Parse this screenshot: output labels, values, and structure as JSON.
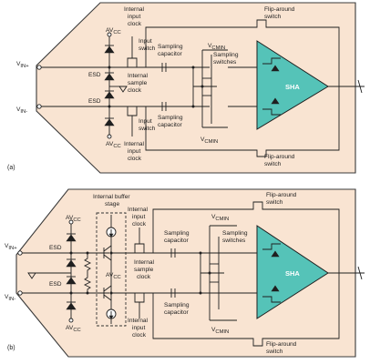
{
  "panel_a": {
    "id": "(a)",
    "inputs": {
      "in_plus": "V",
      "in_plus_sub": "IN+",
      "in_minus": "V",
      "in_minus_sub": "IN-"
    },
    "labels": {
      "clock_top": [
        "Internal",
        "input",
        "clock"
      ],
      "flip_top": [
        "Flip-around",
        "switch"
      ],
      "input_switch_top": [
        "Input",
        "switch"
      ],
      "avcc": "AV",
      "avcc_sub": "CC",
      "esd_top": "ESD",
      "esd_bottom": "ESD",
      "sample_clock": [
        "Internal",
        "sample",
        "clock"
      ],
      "samp_cap_top": [
        "Sampling",
        "capacitor"
      ],
      "vcmin_top": "V",
      "vcmin_sub": "CMIN",
      "samp_switches": [
        "Sampling",
        "switches"
      ],
      "sha": "SHA",
      "samp_cap_bottom": [
        "Sampling",
        "capacitor"
      ],
      "input_switch_bottom": [
        "Input",
        "switch"
      ],
      "clock_bottom": [
        "Internal",
        "input",
        "clock"
      ],
      "flip_bottom": [
        "Flip-around",
        "switch"
      ]
    }
  },
  "panel_b": {
    "id": "(b)",
    "inputs": {
      "in_plus": "V",
      "in_plus_sub": "IN+",
      "in_minus": "V",
      "in_minus_sub": "IN-"
    },
    "labels": {
      "buffer_stage": [
        "Internal buffer",
        "stage"
      ],
      "clock_top": [
        "Internal",
        "input",
        "clock"
      ],
      "flip_top": [
        "Flip-around",
        "switch"
      ],
      "avcc": "AV",
      "avcc_sub": "CC",
      "esd_top": "ESD",
      "esd_bottom": "ESD",
      "sample_clock": [
        "Internal",
        "sample",
        "clock"
      ],
      "samp_cap_top": [
        "Sampling",
        "capacitor"
      ],
      "vcmin_top": "V",
      "vcmin_sub": "CMIN",
      "samp_switches": [
        "Sampling",
        "switches"
      ],
      "sha": "SHA",
      "samp_cap_bottom": [
        "Sampling",
        "capacitor"
      ],
      "clock_bottom": [
        "Internal",
        "input",
        "clock"
      ],
      "flip_bottom": [
        "Flip-around",
        "switch"
      ]
    }
  }
}
